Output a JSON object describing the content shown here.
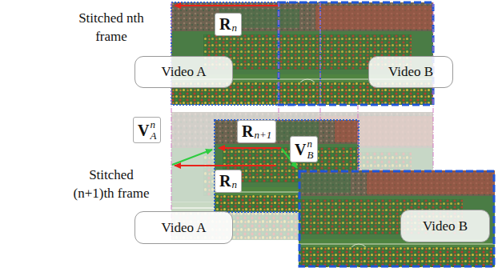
{
  "diagram": {
    "nodes": [
      {
        "text": [
          "Video A"
        ]
      },
      {
        "text": [
          "Video B"
        ]
      },
      {
        "text": [
          "Video A"
        ]
      },
      {
        "text": [
          "Video B"
        ]
      }
    ],
    "labels": [
      "Stitched nth frame",
      "R",
      "n",
      "V",
      "A",
      "n",
      "R",
      "n+1",
      "V",
      "B",
      "n",
      "R",
      "n",
      "Stitched (n+1)th frame"
    ]
  }
}
